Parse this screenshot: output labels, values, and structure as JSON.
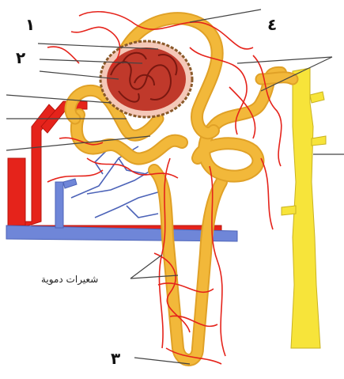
{
  "labels": {
    "n1": "١",
    "n2": "٢",
    "n3": "٣",
    "n4": "٤",
    "capillaries": "شعيرات دموية"
  },
  "colors": {
    "artery": "#e5231b",
    "vein": "#6f86d8",
    "tubule": "#f2b83a",
    "tubule_light": "#ffd56a",
    "collecting_duct": "#f7e43a",
    "glomerulus": "#a8322b"
  }
}
